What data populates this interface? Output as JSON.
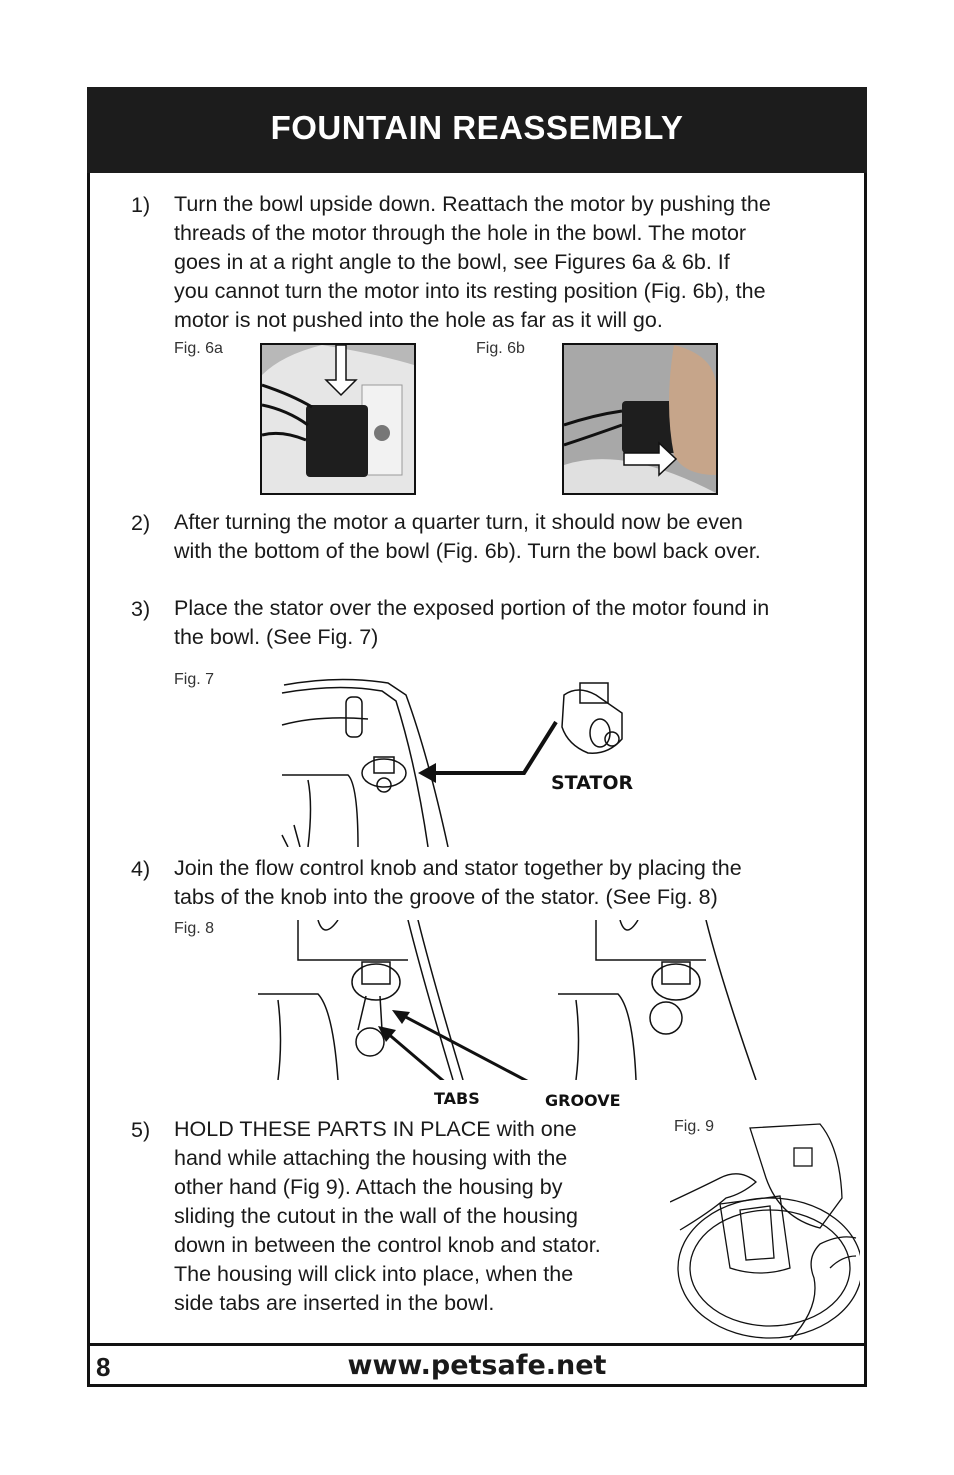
{
  "header": {
    "title": "FOUNTAIN REASSEMBLY"
  },
  "steps": [
    {
      "num": "1)",
      "lines": [
        "Turn the bowl upside down. Reattach the motor by pushing the",
        "threads of the motor through the hole in the bowl. The motor",
        "goes in at a right angle to the bowl, see Figures 6a & 6b. If",
        "you cannot turn the motor into its resting position (Fig. 6b), the",
        "motor is not pushed into the hole as far as it will go."
      ]
    },
    {
      "num": "2)",
      "lines": [
        "After turning the motor a quarter turn, it should now be even",
        "with the bottom of the bowl (Fig. 6b). Turn the bowl back over."
      ]
    },
    {
      "num": "3)",
      "lines": [
        "Place the stator over the exposed portion of the motor found in",
        "the bowl. (See Fig. 7)"
      ]
    },
    {
      "num": "4)",
      "lines": [
        "Join the flow control knob and stator together by placing the",
        "tabs of the knob into the groove of the stator. (See Fig. 8)"
      ]
    },
    {
      "num": "5)",
      "lines": [
        "HOLD THESE PARTS IN PLACE with one",
        "hand while attaching the housing with the",
        "other hand (Fig 9).  Attach the housing by",
        "sliding the cutout in the wall of the housing",
        "down in between the control knob and stator.",
        "The housing will click into place, when the",
        "side tabs are inserted in the bowl."
      ]
    }
  ],
  "figures": {
    "fig6a": "Fig. 6a",
    "fig6b": "Fig. 6b",
    "fig7": "Fig. 7",
    "fig8": "Fig. 8",
    "fig9": "Fig. 9"
  },
  "callouts": {
    "stator": "STATOR",
    "tabs": "TABS",
    "groove": "GROOVE"
  },
  "footer": {
    "page": "8",
    "url": "www.petsafe.net"
  }
}
